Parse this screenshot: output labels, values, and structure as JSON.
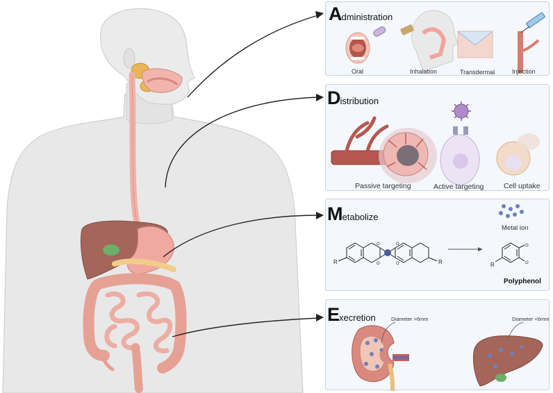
{
  "panels": {
    "administration": {
      "initial": "A",
      "rest": "dministration",
      "routes": [
        "Oral",
        "Inhalation",
        "Transdermal",
        "Injection"
      ]
    },
    "distribution": {
      "initial": "D",
      "rest": "istribution",
      "modes": [
        "Passive targeting",
        "Active targeting",
        "Cell uptake"
      ]
    },
    "metabolize": {
      "initial": "M",
      "rest": "etabolize",
      "metal_ion_label": "Metal ion",
      "product_label": "Polyphenol",
      "r_group": "R"
    },
    "excretion": {
      "initial": "E",
      "rest": "xecretion",
      "kidney_note": "Diameter >6mm",
      "liver_note": "Diameter <6mm"
    }
  },
  "colors": {
    "panel_bg": "#f4f7fb",
    "panel_border": "#c9d3df",
    "organ_pink": "#e9a9a0",
    "liver": "#a5665a",
    "nanoparticle": "#6f7fbf"
  },
  "icons": [
    "mouth-icon",
    "inhaler-icon",
    "patch-icon",
    "syringe-icon",
    "tumor-icon",
    "cell-icon",
    "kidney-icon",
    "liver-icon"
  ]
}
